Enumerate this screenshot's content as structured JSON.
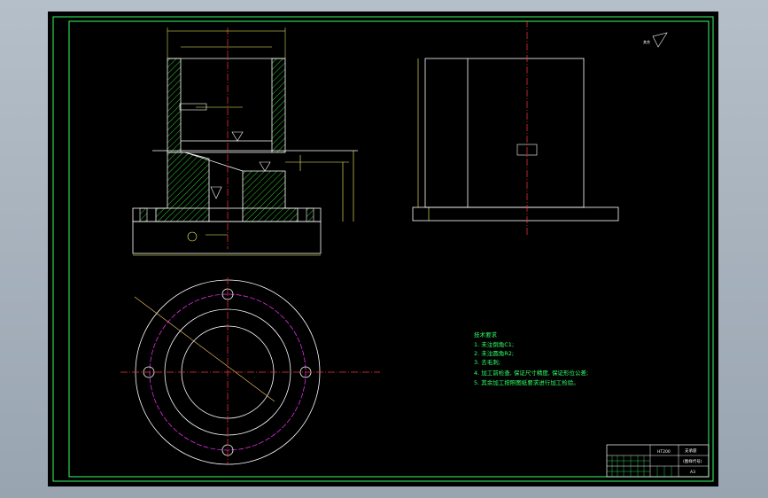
{
  "colors": {
    "background": "#000000",
    "frame": "#33ff66",
    "outline": "#ffffff",
    "centerline": "#ff3333",
    "hatch": "#33cc33",
    "dimension": "#ffff66",
    "bolt_circle": "#ff33ff",
    "section_line": "#ffcc66"
  },
  "technical_requirements": {
    "title": "技术要求",
    "items": [
      "1. 未注倒角C1;",
      "2. 未注圆角R2;",
      "3. 去毛刺;",
      "4. 加工前检查, 保证尺寸精度, 保证形位公差;",
      "5. 其余加工按照图纸要求进行加工检验。"
    ]
  },
  "title_block": {
    "part_name": "支承座",
    "drawing_no": "(图样代号)",
    "material": "HT200",
    "scale": "A3"
  },
  "roughness_note": "其余"
}
